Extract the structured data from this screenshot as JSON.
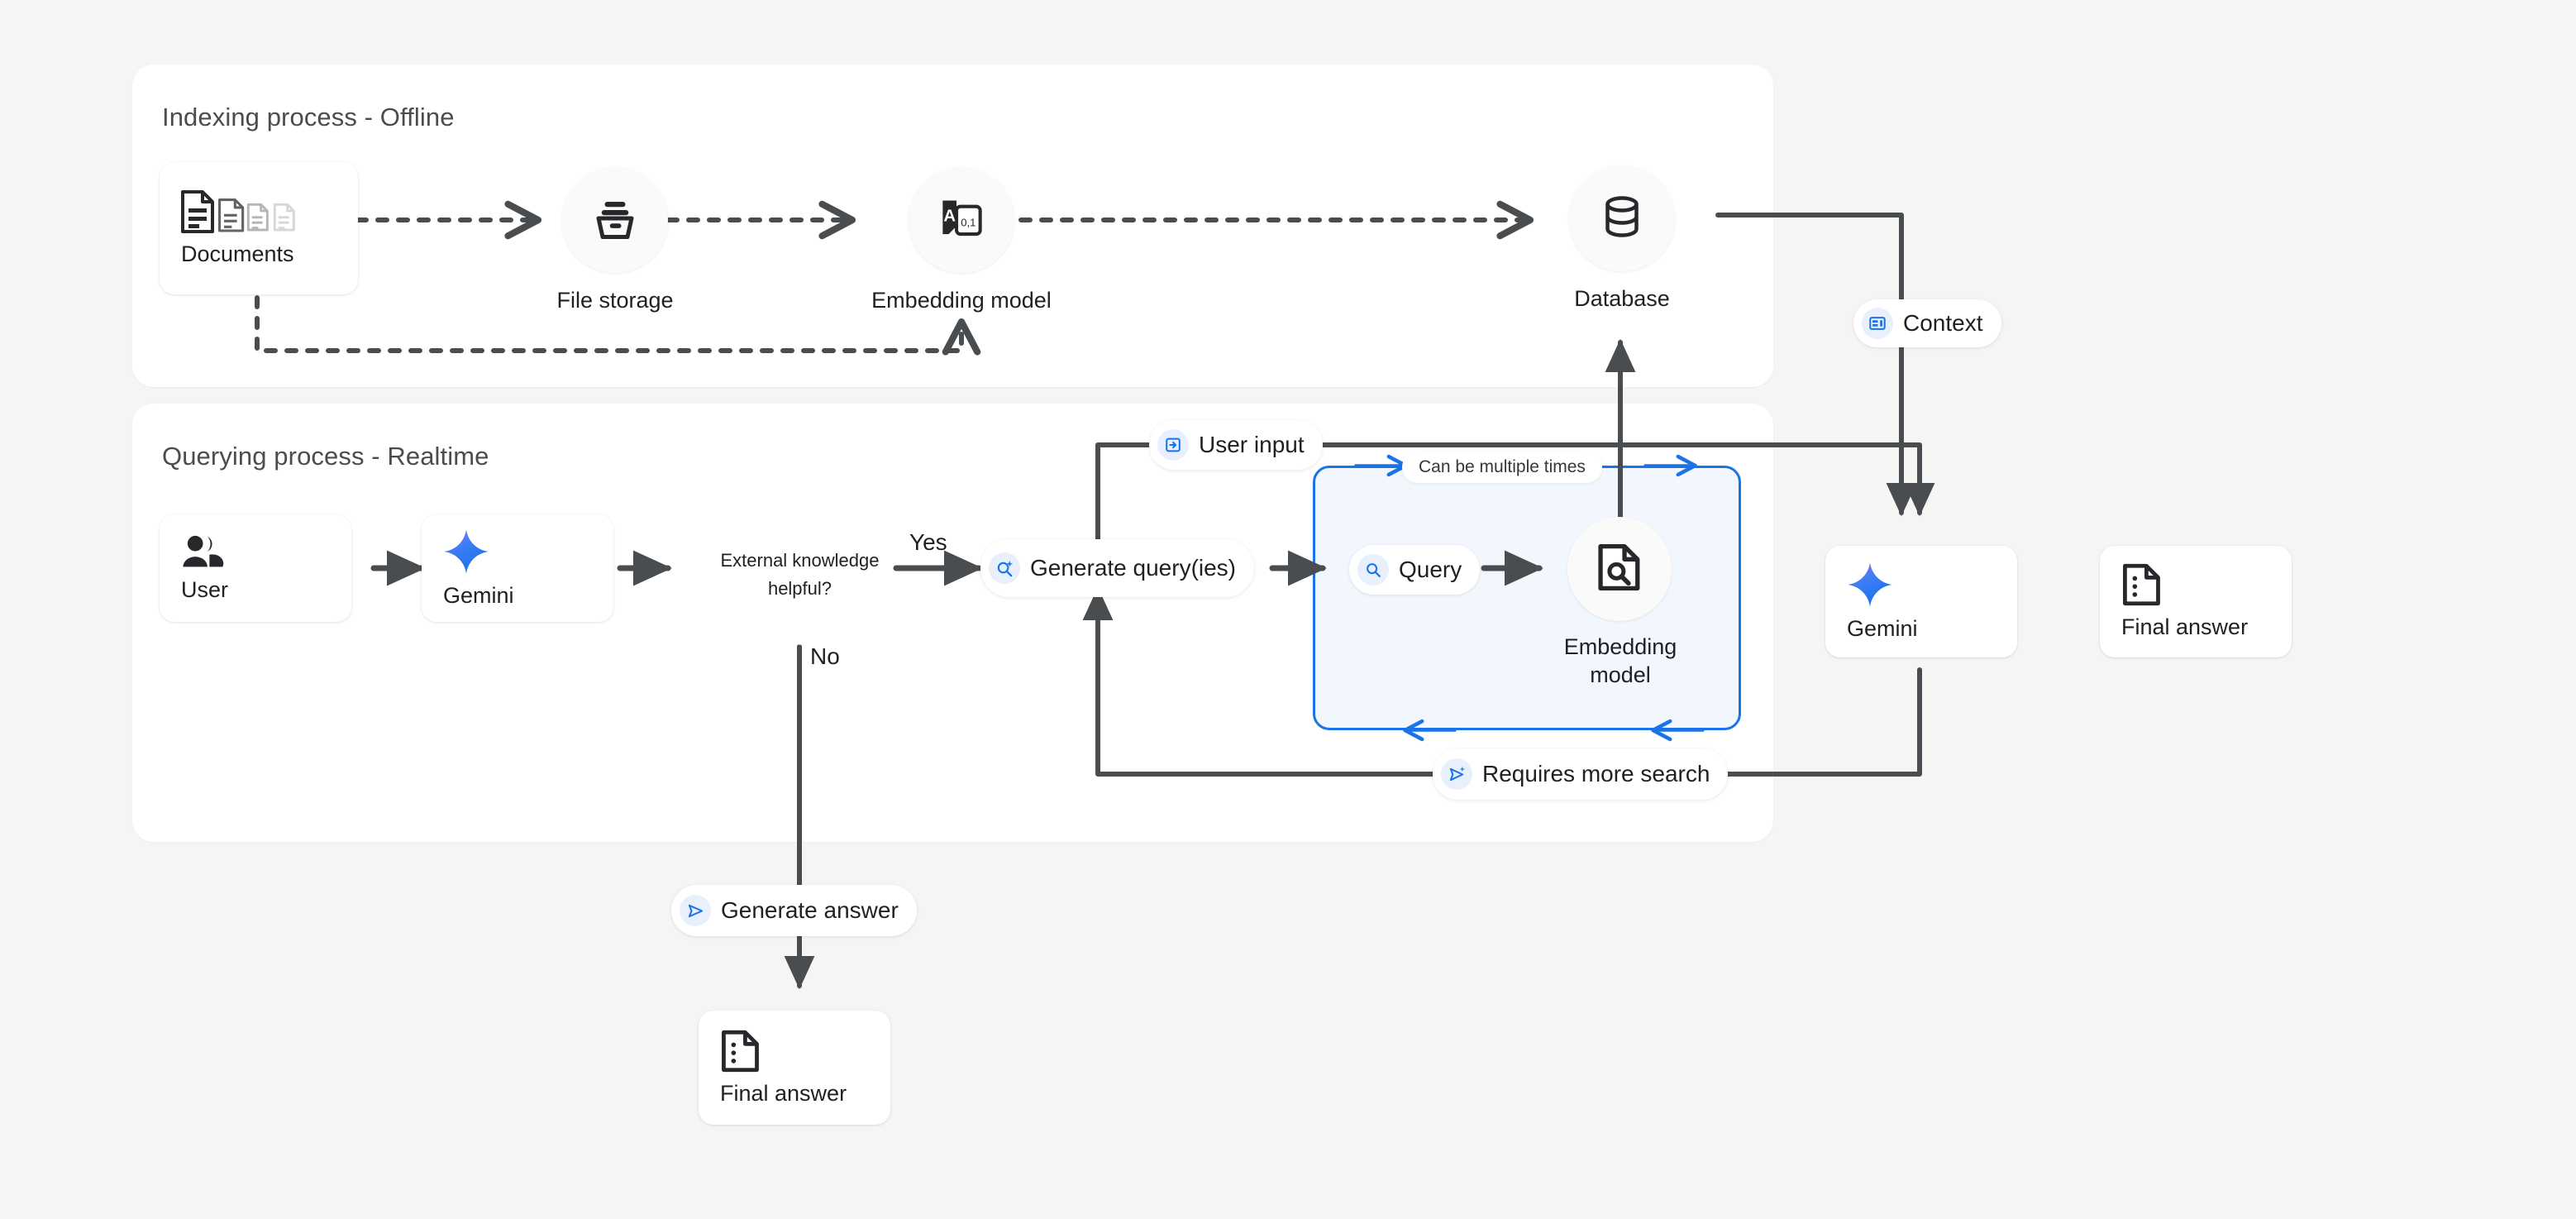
{
  "canvas": {
    "background": "#f5f5f3",
    "accent_blue": "#1a73e8",
    "pill_icon_bg": "#e8f0fe",
    "line_color": "#4a4d50",
    "panel_bg": "#ffffff"
  },
  "panels": {
    "indexing": {
      "title": "Indexing process - Offline"
    },
    "querying": {
      "title": "Querying process - Realtime"
    }
  },
  "indexing": {
    "documents": {
      "label": "Documents",
      "icon": "documents-icon"
    },
    "file_storage": {
      "label": "File storage",
      "icon": "file-box-icon"
    },
    "embedding_model": {
      "label": "Embedding model",
      "icon": "text-to-vector-icon"
    },
    "database": {
      "label": "Database",
      "icon": "database-icon"
    }
  },
  "querying": {
    "user": {
      "label": "User",
      "icon": "people-icon"
    },
    "gemini_left": {
      "label": "Gemini",
      "icon": "gemini-sparkle-icon"
    },
    "decision": {
      "label": "External knowledge helpful?",
      "yes": "Yes",
      "no": "No"
    },
    "generate_queries": {
      "label": "Generate query(ies)",
      "icon": "search-sparkle-icon"
    },
    "query": {
      "label": "Query",
      "icon": "search-icon"
    },
    "embedding_model": {
      "label": "Embedding model",
      "icon": "document-search-icon"
    },
    "loop_note": {
      "label": "Can be multiple times"
    },
    "requires_more_search": {
      "label": "Requires more search",
      "icon": "send-sparkle-icon"
    },
    "gemini_right": {
      "label": "Gemini",
      "icon": "gemini-sparkle-icon"
    },
    "final_answer_right": {
      "label": "Final answer",
      "icon": "answer-doc-icon"
    }
  },
  "edges": {
    "user_input": {
      "label": "User input",
      "icon": "input-arrow-icon"
    },
    "context": {
      "label": "Context",
      "icon": "article-icon"
    },
    "generate_answer": {
      "label": "Generate answer",
      "icon": "send-icon"
    }
  },
  "bottom": {
    "final_answer": {
      "label": "Final answer",
      "icon": "answer-doc-icon"
    }
  }
}
